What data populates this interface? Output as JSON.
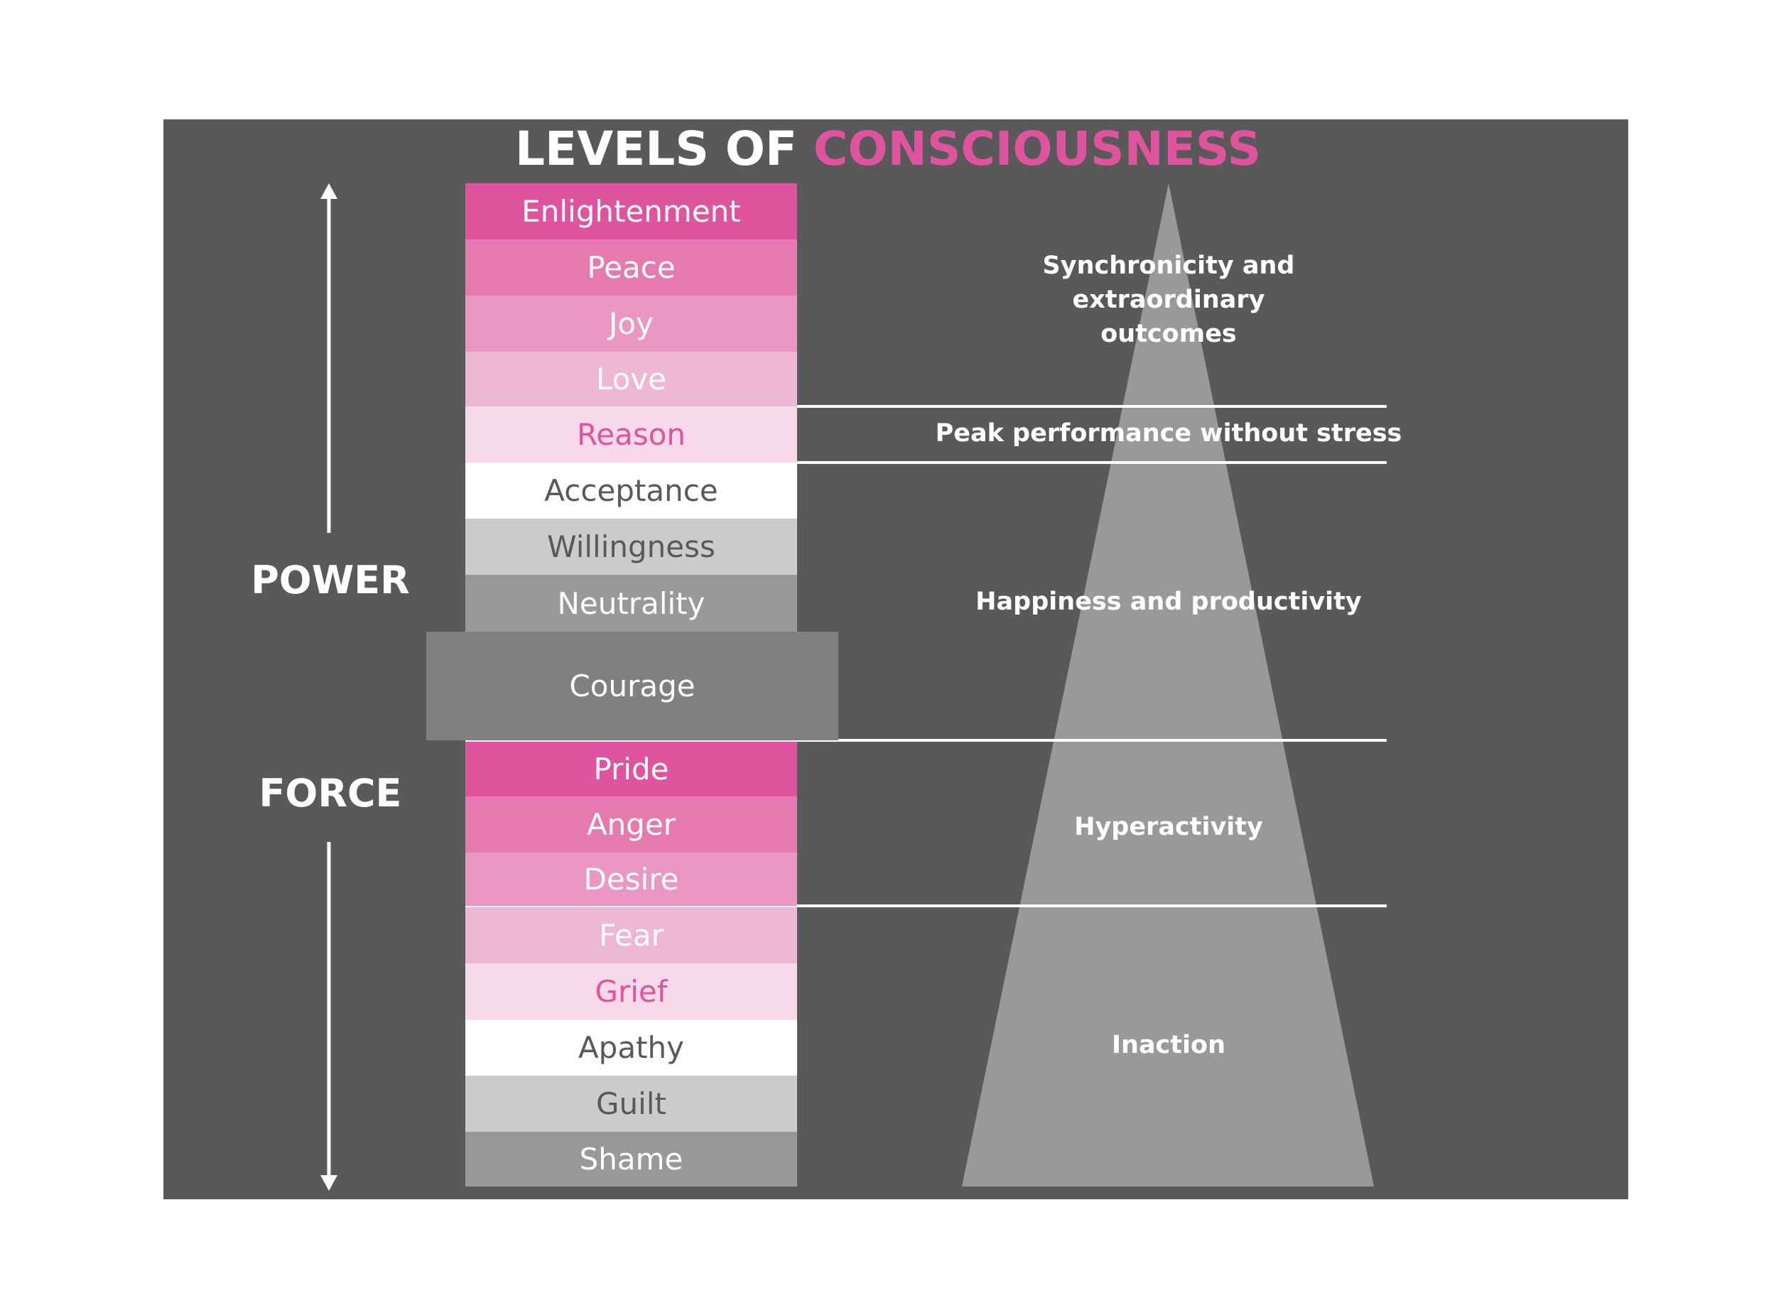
{
  "title": {
    "part1": "LEVELS OF",
    "part2": "CONSCIOUSNESS"
  },
  "colors": {
    "background": "#595959",
    "accent": "#e0539f",
    "white": "#ffffff",
    "pyramid": "#999999",
    "courage": "#808080"
  },
  "side_labels": {
    "power": "POWER",
    "force": "FORCE"
  },
  "power_levels": [
    {
      "label": "Enlightenment",
      "bg": "#e0539f",
      "fg": "#ffffff"
    },
    {
      "label": "Peace",
      "bg": "#e679af",
      "fg": "#ffffff"
    },
    {
      "label": "Joy",
      "bg": "#ea98c3",
      "fg": "#ffffff"
    },
    {
      "label": "Love",
      "bg": "#efb7d6",
      "fg": "#ffffff"
    },
    {
      "label": "Reason",
      "bg": "#f7d9e9",
      "fg": "#e0539f"
    },
    {
      "label": "Acceptance",
      "bg": "#ffffff",
      "fg": "#595959"
    },
    {
      "label": "Willingness",
      "bg": "#cccccc",
      "fg": "#595959"
    },
    {
      "label": "Neutrality",
      "bg": "#999999",
      "fg": "#ffffff"
    }
  ],
  "courage": {
    "label": "Courage",
    "bg": "#808080",
    "fg": "#ffffff"
  },
  "force_levels": [
    {
      "label": "Pride",
      "bg": "#e0539f",
      "fg": "#ffffff"
    },
    {
      "label": "Anger",
      "bg": "#e679af",
      "fg": "#ffffff"
    },
    {
      "label": "Desire",
      "bg": "#ea98c3",
      "fg": "#ffffff"
    },
    {
      "label": "Fear",
      "bg": "#efb7d6",
      "fg": "#ffffff"
    },
    {
      "label": "Grief",
      "bg": "#f7d9e9",
      "fg": "#e0539f"
    },
    {
      "label": "Apathy",
      "bg": "#ffffff",
      "fg": "#595959"
    },
    {
      "label": "Guilt",
      "bg": "#cccccc",
      "fg": "#595959"
    },
    {
      "label": "Shame",
      "bg": "#999999",
      "fg": "#ffffff"
    }
  ],
  "outcomes": {
    "synchronicity": [
      "Synchronicity and",
      "extraordinary",
      "outcomes"
    ],
    "peak": "Peak performance without stress",
    "happiness": "Happiness and productivity",
    "hyperactivity": "Hyperactivity",
    "inaction": "Inaction"
  }
}
